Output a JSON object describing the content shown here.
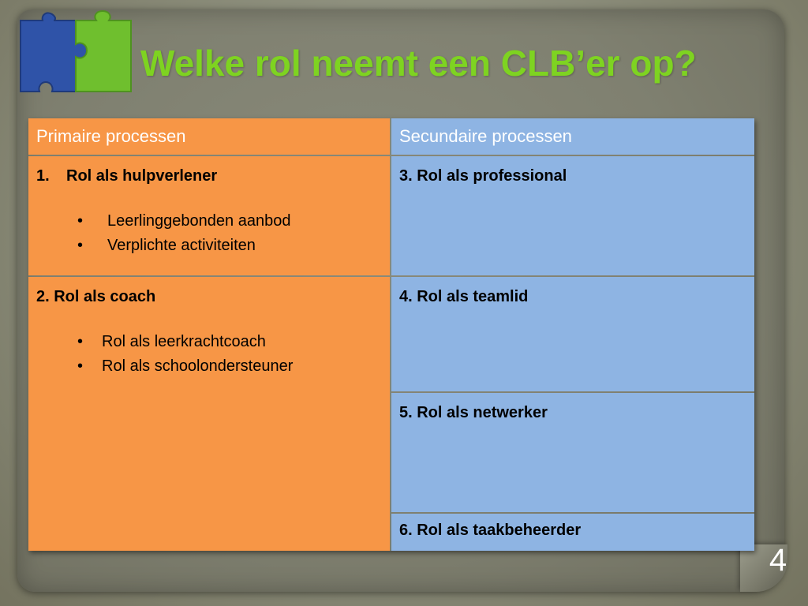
{
  "slide": {
    "title": "Welke rol neemt een CLB’er op?",
    "page_number": "4"
  },
  "table": {
    "headers": [
      "Primaire processen",
      "Secundaire processen"
    ],
    "primary": [
      {
        "number": "1.",
        "title": "Rol als hulpverlener",
        "bullets": [
          "Leerlinggebonden aanbod",
          "Verplichte activiteiten"
        ]
      },
      {
        "title": "2. Rol als coach",
        "bullets": [
          "Rol als leerkrachtcoach",
          "Rol als schoolondersteuner"
        ]
      }
    ],
    "secondary": [
      "3. Rol als professional",
      "4. Rol als teamlid",
      "5. Rol als netwerker",
      "6. Rol als taakbeheerder"
    ]
  },
  "colors": {
    "title": "#7ed321",
    "primary_column": "#f79646",
    "secondary_column": "#8eb4e3",
    "puzzle_blue": "#2f53a8",
    "puzzle_green": "#6fbf2e"
  },
  "icons": [
    "puzzle-logo-icon"
  ]
}
